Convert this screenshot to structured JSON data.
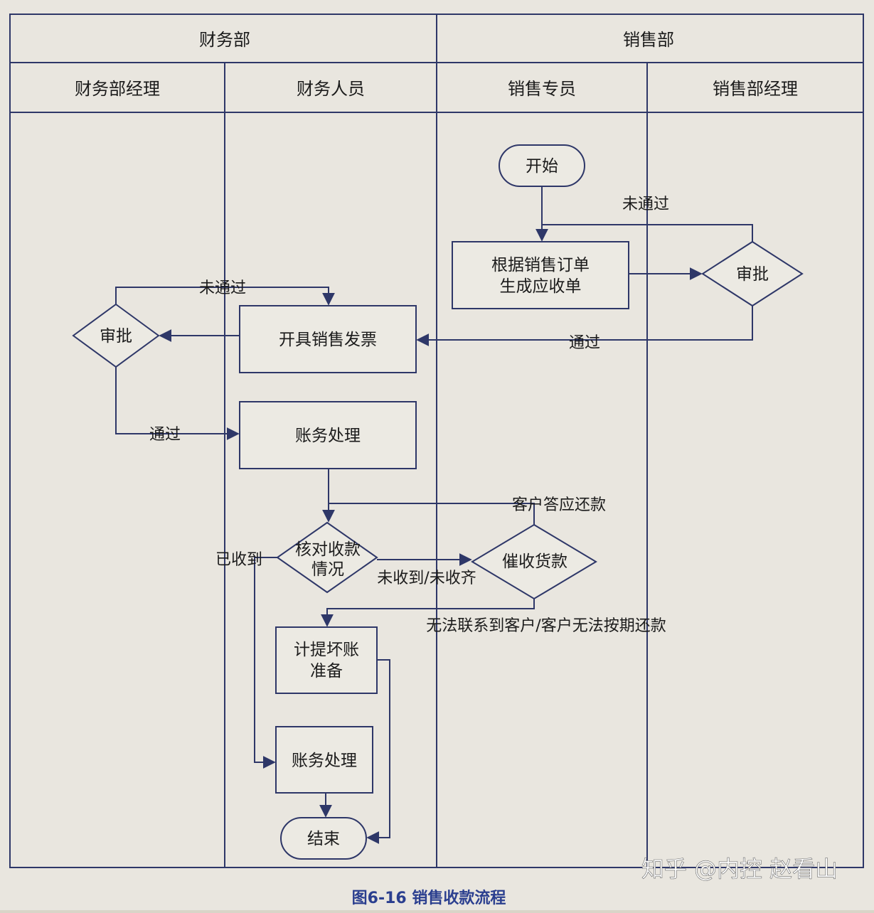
{
  "diagram": {
    "departments": [
      "财务部",
      "销售部"
    ],
    "roles": [
      "财务部经理",
      "财务人员",
      "销售专员",
      "销售部经理"
    ],
    "nodes": {
      "start": "开始",
      "gen_receivable": [
        "根据销售订单",
        "生成应收单"
      ],
      "sales_approve": "审批",
      "issue_invoice": "开具销售发票",
      "fin_approve": "审批",
      "accounting_1": "账务处理",
      "check_receipt": [
        "核对收款",
        "情况"
      ],
      "collect": "催收货款",
      "bad_debt": [
        "计提坏账",
        "准备"
      ],
      "accounting_2": "账务处理",
      "end": "结束"
    },
    "edges": {
      "sales_not_passed": "未通过",
      "sales_passed": "通过",
      "fin_not_passed": "未通过",
      "fin_passed": "通过",
      "customer_agrees": "客户答应还款",
      "received": "已收到",
      "not_received": "未收到/未收齐",
      "cannot_contact": "无法联系到客户/客户无法按期还款"
    },
    "caption": "图6-16   销售收款流程",
    "watermark": "知乎 @内控 赵看山"
  },
  "colors": {
    "page": "#e9e6df",
    "background": "#d9d4c8",
    "line": "#2e3768",
    "text": "#1b1b1b",
    "caption": "#2b3f8f"
  }
}
